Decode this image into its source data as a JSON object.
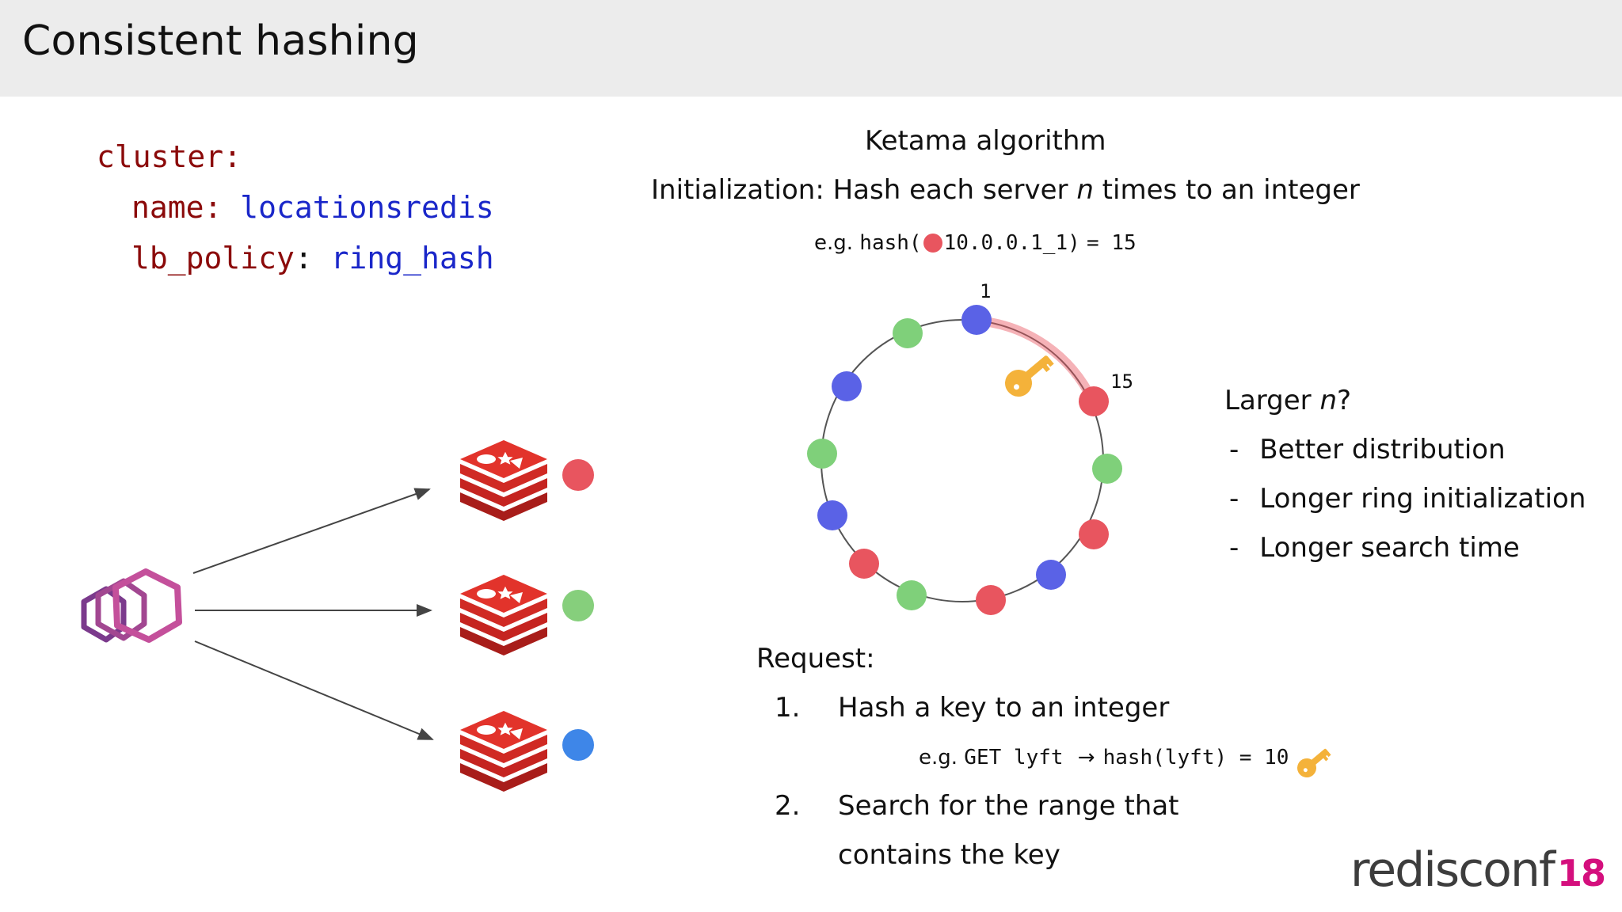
{
  "slide": {
    "title": "Consistent hashing"
  },
  "config": {
    "cluster_key": "cluster",
    "name_key": "name",
    "name_value": "locationsredis",
    "policy_key": "lb_policy",
    "policy_value": "ring_hash"
  },
  "ketama": {
    "heading": "Ketama algorithm",
    "init_prefix": "Initialization: Hash each server ",
    "init_var": "n",
    "init_suffix": " times to an integer",
    "example_prefix": "e.g.",
    "example_fn": "hash(",
    "example_arg": "10.0.0.1_1)",
    "example_result": "= 15",
    "ring_label_top": "1",
    "ring_label_key": "15"
  },
  "larger_n": {
    "heading_prefix": "Larger ",
    "heading_var": "n",
    "heading_suffix": "?",
    "items": [
      "Better distribution",
      "Longer ring initialization",
      "Longer search time"
    ],
    "bullet": "-"
  },
  "request": {
    "heading": "Request:",
    "step1_num": "1.",
    "step1_text": "Hash a key to an integer",
    "step1_eg": "e.g.",
    "step1_cmd": "GET lyft",
    "step1_arrow": "→",
    "step1_hash": "hash(lyft) = 10",
    "step2_num": "2.",
    "step2_line1": "Search for the range that",
    "step2_line2": "contains the key"
  },
  "branding": {
    "logo_word": "redisconf",
    "logo_num": "18"
  },
  "colors": {
    "red": "#e8555f",
    "green": "#7fd07a",
    "blue": "#5a62e6",
    "key": "#f4b23a",
    "redis": "#d02a24",
    "envoy": "#b6448f",
    "brand_pink": "#d40f7d",
    "brand_gray": "#3d3d3d"
  }
}
